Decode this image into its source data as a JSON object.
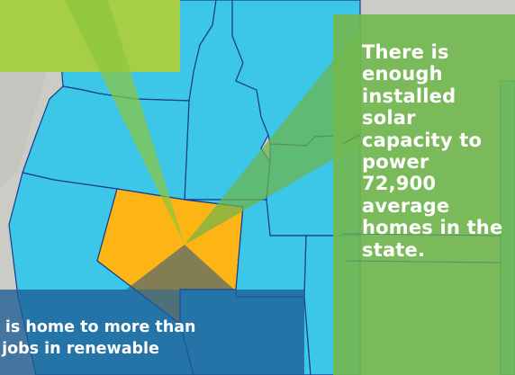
{
  "map": {
    "region": "Western United States",
    "highlighted_state": "Nevada",
    "colors": {
      "background": "#ccccc6",
      "ocean_land_gray": "#d1d1cc",
      "states_fill": "#3cc6e8",
      "highlight_fill": "#fdb515",
      "borders": "#1a3b8f",
      "green_callout": "#72b84f",
      "blue_callout": "#1e5c96"
    }
  },
  "callouts": {
    "right": {
      "text": "There is enough installed solar capacity to power 72,900 average homes in the state."
    },
    "bottom": {
      "line1": "a is home to more than",
      "line2": ") jobs in renewable"
    }
  }
}
